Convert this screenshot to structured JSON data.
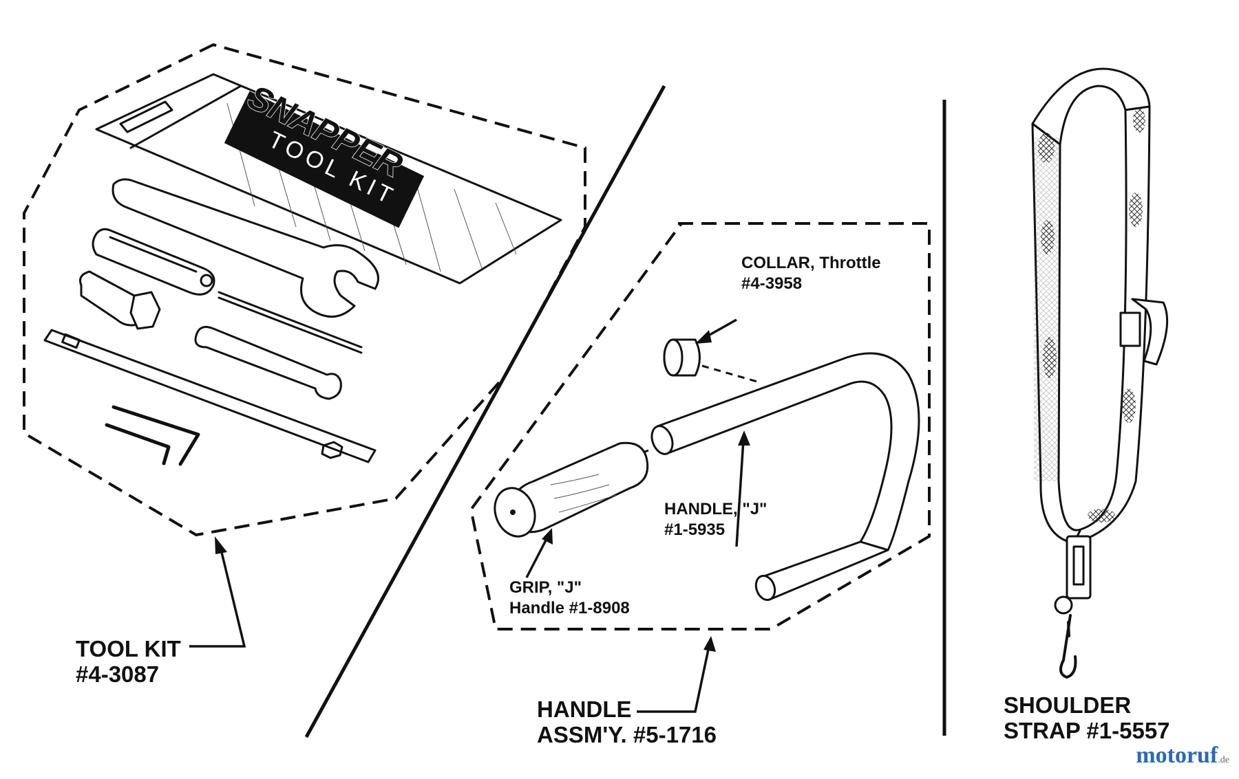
{
  "watermark": {
    "brand": "motoruf",
    "domain": ".de",
    "color": "#2a6ab5"
  },
  "tool_kit_bag": {
    "brand_text": "SNAPPER",
    "label_text": "TOOL KIT"
  },
  "tool_kit": {
    "name": "TOOL KIT",
    "part": "#4-3087"
  },
  "handle_assembly": {
    "name": "HANDLE",
    "part": "ASSM'Y. #5-1716"
  },
  "collar": {
    "name": "COLLAR, Throttle",
    "part": "#4-3958"
  },
  "handle_j": {
    "name": "HANDLE, \"J\"",
    "part": "#1-5935"
  },
  "grip": {
    "name": "GRIP, \"J\"",
    "part": "Handle #1-8908"
  },
  "shoulder_strap": {
    "name": "SHOULDER",
    "part": "STRAP #1-5557"
  }
}
